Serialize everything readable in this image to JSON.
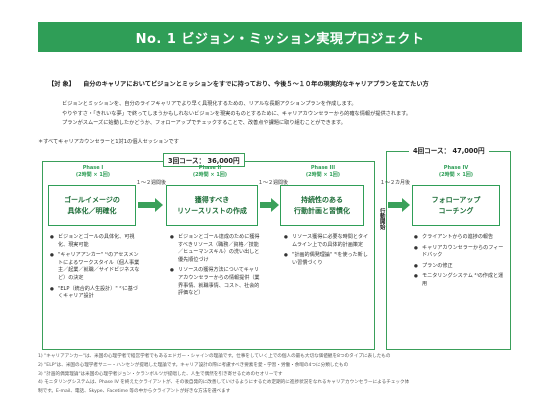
{
  "title": "No. 1  ビジョン・ミッション実現プロジェクト",
  "target": {
    "label": "【対 象】",
    "text": "自分のキャリアにおいてビジョンとミッションをすでに持っており、",
    "highlight": "今後５～１０年の現実的なキャリアプランを立てたい方"
  },
  "intro": [
    "ビジョンとミッションを、自分のライフキャリアでより早く具現化するための、リアルな長期アクションプランを作成します。",
    "やりやすさ・「きれいな夢」で終ってしまうかもしれないビジョンを現実のものとするために、キャリアカウンセラーから的確な情報が提供されます。",
    "プランがスムーズに始動したかどうか、フォローアップでチェックすることで、改善点や課題に取り組むことができます。"
  ],
  "note": "＊すべてキャリアカウンセラーと1対1の個人セッションです",
  "courses": {
    "c3": "3回コース： 36,000円",
    "c4": "4回コース： 47,000円"
  },
  "phases": [
    {
      "name": "Phase I",
      "meta": "(2時間 × 1回)",
      "box": "ゴールイメージの\n具体化／明確化"
    },
    {
      "name": "Phase II",
      "meta": "(2時間 × 1回)",
      "box": "獲得すべき\nリソースリストの作成"
    },
    {
      "name": "Phase III",
      "meta": "(2時間 × 1回)",
      "box": "持続性のある\n行動計画と習慣化"
    },
    {
      "name": "Phase IV",
      "meta": "(2時間 × 1回)",
      "box": "フォローアップ\nコーチング"
    }
  ],
  "gaps": [
    "１～２週間後",
    "１～２週間後",
    "１～２カ月後"
  ],
  "execution": "行動開始",
  "bullets": {
    "p1": [
      "ビジョンとゴールの具体化、可視化、現実可能",
      "\"キャリアアンカー\" ¹⁾のアセスメントによるワークスタイル（個人事業主／起業／就職／サイドビジネスなど）の決定",
      "\"ELP（統合的人生設計）\" ²⁾に基づくキャリア設計"
    ],
    "p2": [
      "ビジョンとゴール達成のために獲得すべきリソース（職務／資格／技能／ヒューマンスキル）の洗い出しと優先順位づけ",
      "リソースの獲得方法についてキャリアカウンセラーからの情報提供（業界事情、就職事情、コスト、社会的評価など）"
    ],
    "p3": [
      "リソース獲得に必要な時間とタイムライン上での具体的計画策定",
      "\"計画的偶発理論\" ³⁾を使った新しい習慣づくり"
    ],
    "p4": [
      "クライアントからの進捗の報告",
      "キャリアカウンセラーからのフィードバック",
      "プランの修正",
      "モニタリングシステム ⁴⁾の作成と運用"
    ]
  },
  "footnotes": [
    "1)  \"キャリアアンカー\"は、米国の心理学者で経営学者でもあるエドガー・シャインの理論です。仕事をしていく上での個人の最も大切な価値観を8つのタイプに表したもの",
    "2)  \"ELP\"は、米国の心理学者サニー・ハンセンが提唱した理論です。キャリア設計の際に考慮すべき要素を愛・学習・労働・余暇の4つに分類したもの",
    "3)  \"計画的偶発理論\"は米国の心理学者ジョン・クランボルツが提唱した、人生で偶然を引き寄せるためのセオリーです",
    "4)  モニタリングシステムは、Phase IV を終えたクライアントが、その後自発的に改善していけるようにするため定期的に進捗状況をなれるキャリアカウンセラーによるチェック体",
    "      制です。E-mail、電話、Skype、Facetime 等の中からクライアントが好きな方法を選べます"
  ]
}
